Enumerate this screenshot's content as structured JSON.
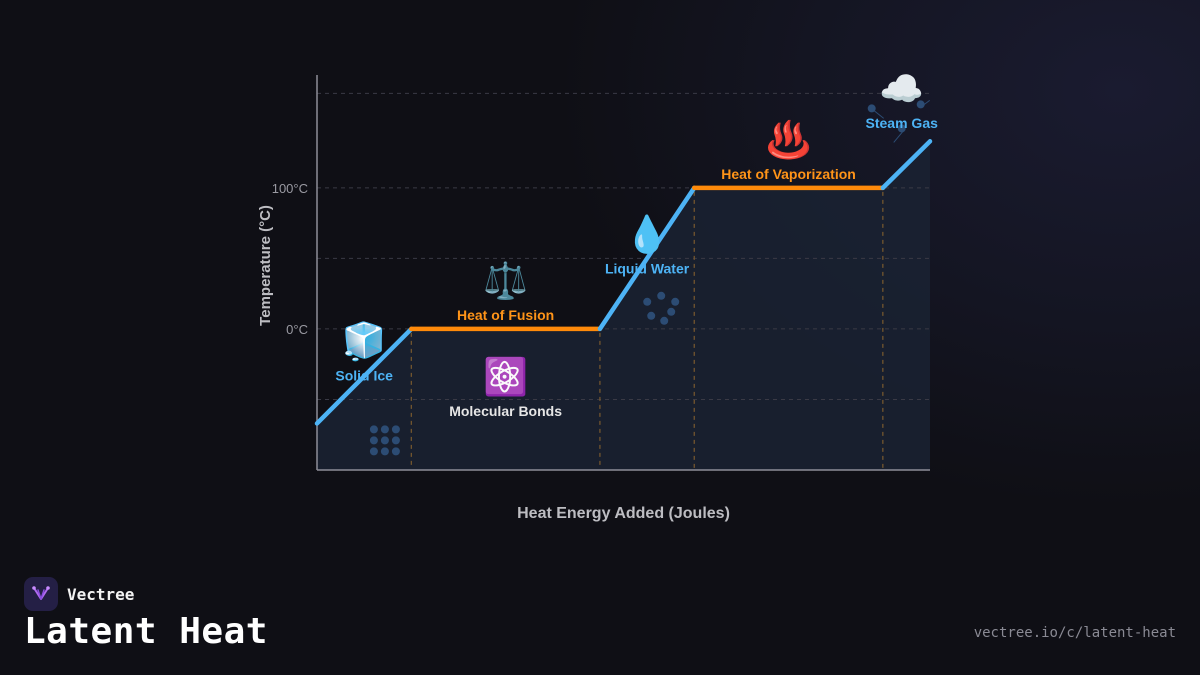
{
  "chart_data": {
    "type": "line",
    "title": "",
    "xlabel": "Heat Energy Added (Joules)",
    "ylabel": "Temperature (°C)",
    "y_tick_labels": [
      {
        "value": 0,
        "label": "0°C"
      },
      {
        "value": 100,
        "label": "100°C"
      }
    ],
    "ylim": [
      -100,
      180
    ],
    "xlim": [
      0,
      6.5
    ],
    "grid": true,
    "points": [
      {
        "x": 0,
        "y": -67
      },
      {
        "x": 1,
        "y": 0
      },
      {
        "x": 3,
        "y": 0
      },
      {
        "x": 4,
        "y": 100
      },
      {
        "x": 6,
        "y": 100
      },
      {
        "x": 6.5,
        "y": 133
      }
    ],
    "segments": [
      {
        "type": "temperature-rise",
        "from": 0,
        "to": 1
      },
      {
        "type": "phase-change",
        "from": 1,
        "to": 2
      },
      {
        "type": "temperature-rise",
        "from": 2,
        "to": 3
      },
      {
        "type": "phase-change",
        "from": 3,
        "to": 4
      },
      {
        "type": "temperature-rise",
        "from": 4,
        "to": 5
      }
    ],
    "phase_boundaries_x": [
      1,
      3,
      4,
      6
    ],
    "annotations": [
      {
        "name": "solid-ice",
        "text": "Solid Ice",
        "icon": "ice-cube-icon",
        "glyph": "🧊",
        "kind": "phase",
        "x": 0.5,
        "y": -33
      },
      {
        "name": "heat-of-fusion",
        "text": "Heat of Fusion",
        "icon": "scales-icon",
        "glyph": "⚖️",
        "kind": "latent",
        "x": 2,
        "y": 10
      },
      {
        "name": "molecular-bonds",
        "text": "Molecular Bonds",
        "icon": "atom-icon",
        "glyph": "⚛️",
        "kind": "note",
        "x": 2,
        "y": -58
      },
      {
        "name": "liquid-water",
        "text": "Liquid Water",
        "icon": "droplet-icon",
        "glyph": "💧",
        "kind": "phase",
        "x": 3.5,
        "y": 43
      },
      {
        "name": "heat-of-vaporization",
        "text": "Heat of Vaporization",
        "icon": "hot-springs-icon",
        "glyph": "♨️",
        "kind": "latent",
        "x": 5,
        "y": 110
      },
      {
        "name": "steam-gas",
        "text": "Steam Gas",
        "icon": "cloud-icon",
        "glyph": "☁️",
        "kind": "phase",
        "x": 6.2,
        "y": 146
      }
    ],
    "colors": {
      "temperature_rise": "#4db3f5",
      "phase_change": "#ff8a0a",
      "phase_label": "#4db3f5",
      "latent_label": "#ff9418",
      "note_label": "#e6e6e6",
      "axis": "#8e8e98",
      "axis_label": "#bdbdc2",
      "tick_label": "#9a9aa2",
      "grid": "#3a3a45",
      "boundary": "#7a5a2e",
      "molecule": "#2c4c74",
      "area": "#1a2233"
    }
  },
  "footer": {
    "brand": "Vectree",
    "title": "Latent Heat",
    "url": "vectree.io/c/latent-heat"
  }
}
